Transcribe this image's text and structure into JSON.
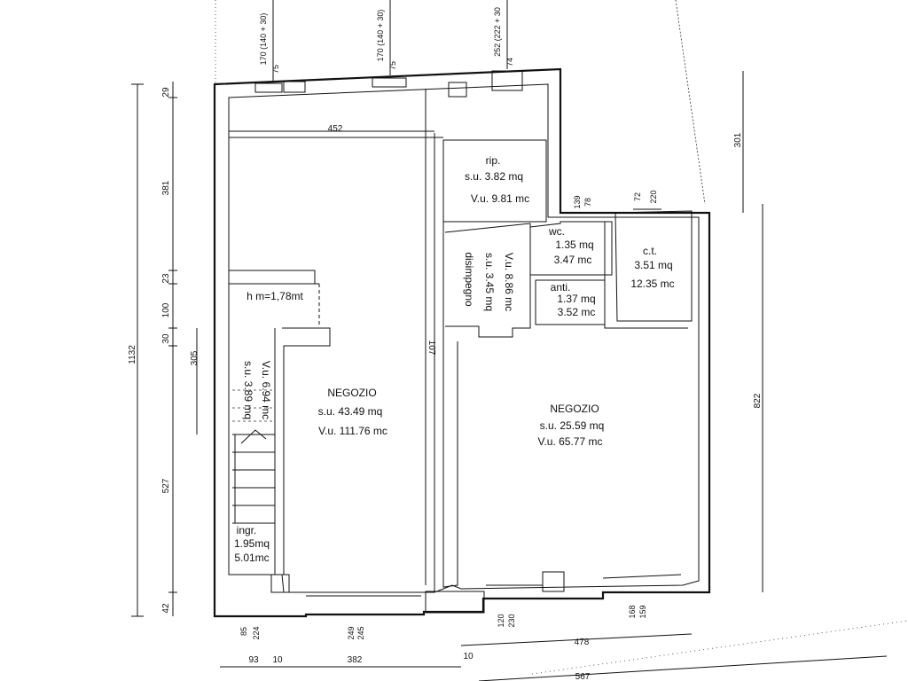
{
  "rooms": {
    "negozio_left": {
      "name": "NEGOZIO",
      "su": "s.u. 43.49 mq",
      "vu": "V.u. 111.76 mc"
    },
    "negozio_right": {
      "name": "NEGOZIO",
      "su": "s.u. 25.59 mq",
      "vu": "V.u. 65.77 mc"
    },
    "rip": {
      "name": "rip.",
      "su": "s.u. 3.82 mq",
      "vu": "V.u. 9.81 mc"
    },
    "disimpegno": {
      "name": "disimpegno",
      "su": "s.u. 3.45 mq",
      "vu": "V.u. 8.86 mc"
    },
    "wc": {
      "name": "wc.",
      "su": "1.35 mq",
      "vu": "3.47 mc"
    },
    "anti": {
      "name": "anti.",
      "su": "1.37 mq",
      "vu": "3.52 mc"
    },
    "ct": {
      "name": "c.t.",
      "su": "3.51 mq",
      "vu": "12.35 mc"
    },
    "soppalco": {
      "name": "h m=1,78mt",
      "su": "s.u. 3.89 mq",
      "vu": "V.u. 6.94 mc"
    },
    "ingr": {
      "name": "ingr.",
      "su": "1.95mq",
      "vu": "5.01mc"
    }
  },
  "dims": {
    "d452": "452",
    "d107": "107",
    "d1132": "1132",
    "d29": "29",
    "d381": "381",
    "d23": "23",
    "d100": "100",
    "d30": "30",
    "d305": "305",
    "d527": "527",
    "d42": "42",
    "d301": "301",
    "d822": "822",
    "d139": "139",
    "d78": "78",
    "d72": "72",
    "d220": "220",
    "top1a": "170 (140 + 30)",
    "top1b": "75",
    "top2a": "170 (140 + 30)",
    "top2b": "75",
    "top3a": "252 (222 + 30",
    "top3b": "74",
    "b85": "85",
    "b224": "224",
    "b249": "249",
    "b245": "245",
    "b120": "120",
    "b230": "230",
    "b168": "168",
    "b159": "159",
    "b93": "93",
    "b10a": "10",
    "b382": "382",
    "b10b": "10",
    "b478": "478",
    "b567": "567"
  }
}
